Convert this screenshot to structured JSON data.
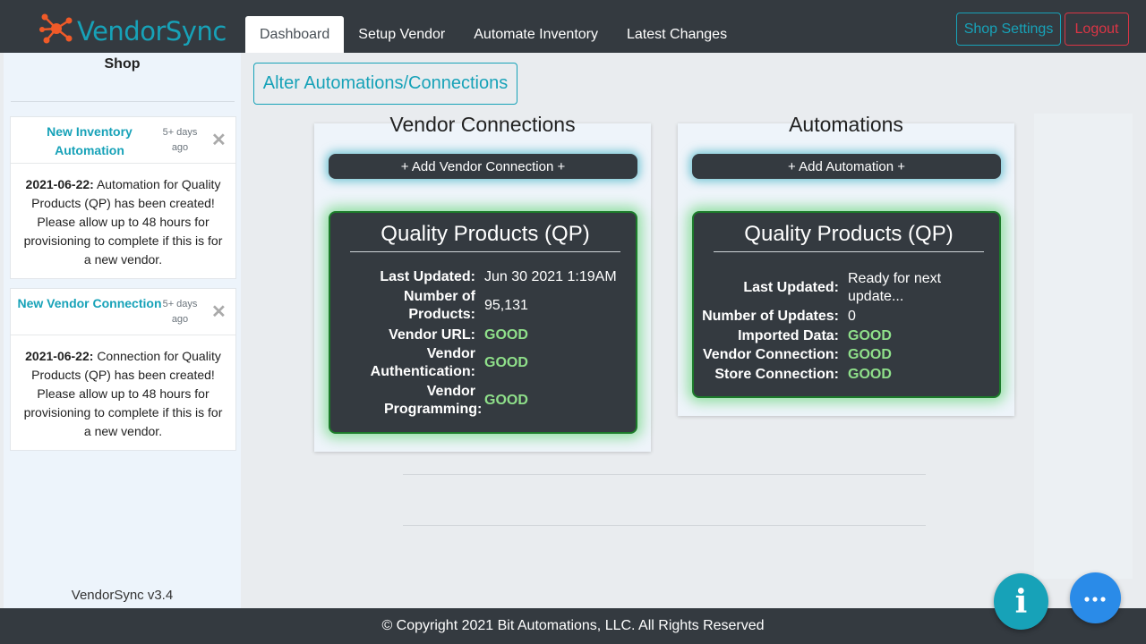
{
  "brand": {
    "name": "VendorSync"
  },
  "nav": {
    "tabs": [
      {
        "label": "Dashboard",
        "active": true
      },
      {
        "label": "Setup Vendor"
      },
      {
        "label": "Automate Inventory"
      },
      {
        "label": "Latest Changes"
      }
    ],
    "shop_settings": "Shop Settings",
    "logout": "Logout"
  },
  "sidebar": {
    "title": "Shop",
    "notifications": [
      {
        "title": "New Inventory Automation",
        "time": "5+ days ago",
        "date": "2021-06-22:",
        "message": "Automation for Quality Products (QP) has been created! Please allow up to 48 hours for provisioning to complete if this is for a new vendor."
      },
      {
        "title": "New Vendor Connection",
        "time": "5+ days ago",
        "date": "2021-06-22:",
        "message": "Connection for Quality Products (QP) has been created! Please allow up to 48 hours for provisioning to complete if this is for a new vendor."
      }
    ],
    "version": "VendorSync v3.4"
  },
  "main": {
    "alter_button": "Alter Automations/Connections",
    "vendor_connections": {
      "title": "Vendor Connections",
      "add_label": "+ Add Vendor Connection +",
      "card": {
        "title": "Quality Products (QP)",
        "rows": [
          {
            "label": "Last Updated:",
            "value": "Jun 30 2021 1:19AM"
          },
          {
            "label": "Number of Products:",
            "value": "95,131"
          },
          {
            "label": "Vendor URL:",
            "value": "GOOD"
          },
          {
            "label": "Vendor Authentication:",
            "value": "GOOD"
          },
          {
            "label": "Vendor Programming:",
            "value": "GOOD"
          }
        ]
      }
    },
    "automations": {
      "title": "Automations",
      "add_label": "+ Add Automation +",
      "card": {
        "title": "Quality Products (QP)",
        "rows": [
          {
            "label": "Last Updated:",
            "value": "Ready for next update..."
          },
          {
            "label": "Number of Updates:",
            "value": "0"
          },
          {
            "label": "Imported Data:",
            "value": "GOOD"
          },
          {
            "label": "Vendor Connection:",
            "value": "GOOD"
          },
          {
            "label": "Store Connection:",
            "value": "GOOD"
          }
        ]
      }
    }
  },
  "footer": {
    "copyright": "© Copyright 2021 Bit Automations, LLC. All Rights Reserved"
  },
  "fab": {
    "info_glyph": "i"
  },
  "colors": {
    "accent": "#17a2b8",
    "danger": "#dc3545",
    "dark": "#343a40",
    "good": "#8fe08a"
  },
  "icons": [
    "vendorsync-logo-icon",
    "close-icon",
    "info-icon",
    "chat-icon"
  ]
}
